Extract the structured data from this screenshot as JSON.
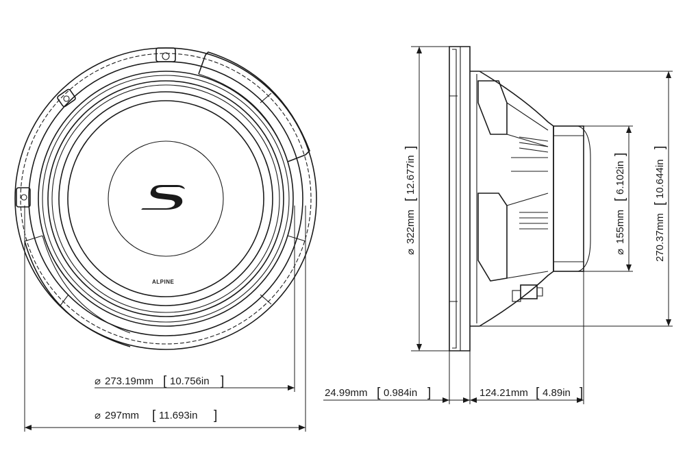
{
  "front_view": {
    "logo_s": "S",
    "brand_text": "ALPINE",
    "dimensions": {
      "inner_diameter": {
        "symbol": "⌀",
        "metric": "273.19mm",
        "imperial": "10.756in"
      },
      "outer_diameter": {
        "symbol": "⌀",
        "metric": "297mm",
        "imperial": "11.693in"
      }
    }
  },
  "side_view": {
    "dimensions": {
      "frame_diameter": {
        "symbol": "⌀",
        "metric": "322mm",
        "imperial": "12.677in"
      },
      "magnet_diameter": {
        "symbol": "⌀",
        "metric": "155mm",
        "imperial": "6.102in"
      },
      "overall_height": {
        "metric": "270.37mm",
        "imperial": "10.644in"
      },
      "flange_depth": {
        "metric": "24.99mm",
        "imperial": "0.984in"
      },
      "mount_depth": {
        "metric": "124.21mm",
        "imperial": "4.89in"
      }
    }
  }
}
